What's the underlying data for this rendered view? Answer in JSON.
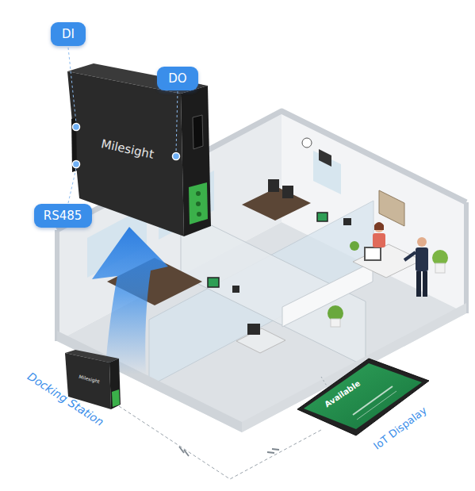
{
  "diagram": {
    "nodes": [
      {
        "text": [
          "DI"
        ]
      },
      {
        "text": [
          "DO"
        ]
      },
      {
        "text": [
          "RS485"
        ]
      }
    ],
    "labels": [
      "Milesight",
      "Docking Station",
      "Milesight",
      "IoT Dispalay",
      "Available"
    ]
  }
}
